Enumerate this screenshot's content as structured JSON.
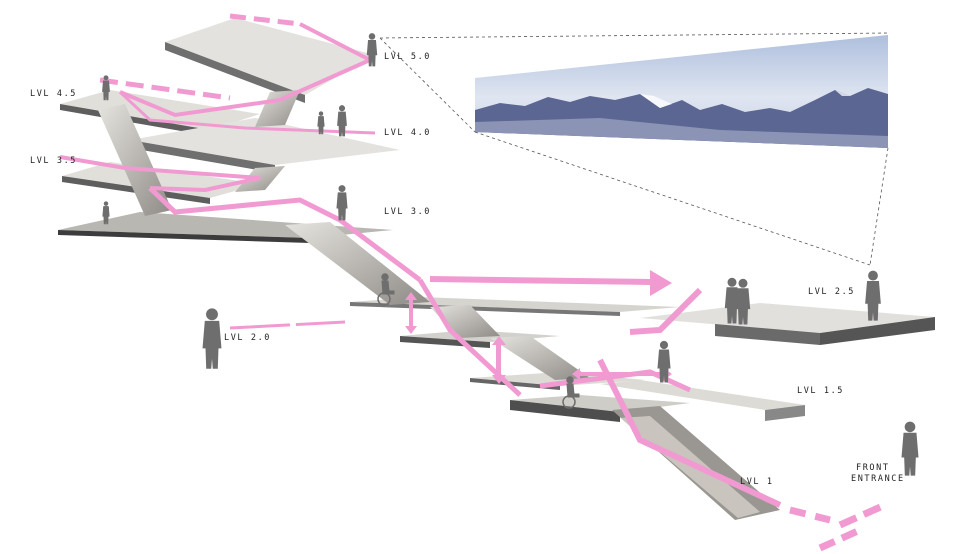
{
  "levels": [
    {
      "id": "5-0",
      "label": "LVL 5.0"
    },
    {
      "id": "4-5",
      "label": "LVL 4.5"
    },
    {
      "id": "4-0",
      "label": "LVL 4.0"
    },
    {
      "id": "3-5",
      "label": "LVL 3.5"
    },
    {
      "id": "3-0",
      "label": "LVL 3.0"
    },
    {
      "id": "2-5",
      "label": "LVL 2.5"
    },
    {
      "id": "2-0",
      "label": "LVL 2.0"
    },
    {
      "id": "1-5",
      "label": "LVL 1.5"
    },
    {
      "id": "1",
      "label": "LVL 1"
    }
  ],
  "entrance": {
    "line1": "FRONT",
    "line2": "ENTRANCE"
  },
  "colors": {
    "path": "#f19ad2",
    "slab_top": "#e4e2de",
    "slab_side": "#6f6f6f",
    "stair": "#bdbab4",
    "figure": "#6e6e6e",
    "mountains": "#59648f",
    "sky": "#c9d3e6"
  },
  "icons": [
    "person-figure",
    "wheelchair-figure",
    "double-arrow-icon",
    "arrow-right-icon"
  ]
}
